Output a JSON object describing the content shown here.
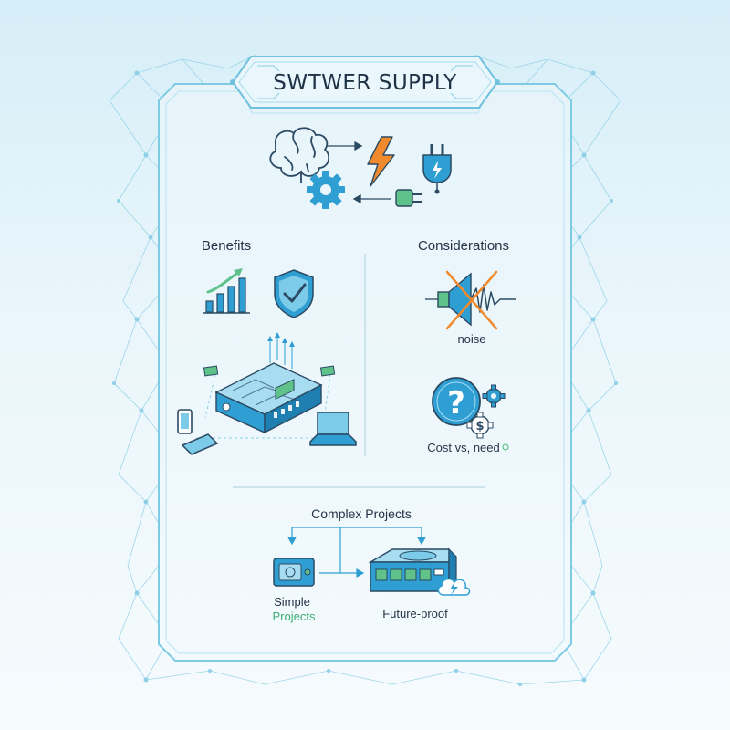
{
  "title": "SWTWER SUPPLY",
  "sections": {
    "benefits": "Benefits",
    "considerations": "Considerations"
  },
  "considerations": {
    "noise_label": "noise",
    "cost_label": "Cost vs, need"
  },
  "projects": {
    "complex": "Complex Projects",
    "simple_line1": "Simple",
    "simple_line2": "Projects",
    "future_proof": "Future-proof"
  },
  "colors": {
    "frame": "#7ecbe5",
    "accent_blue": "#2f9fd3",
    "accent_orange": "#f08a2c",
    "accent_green": "#5ec28a",
    "text": "#243447"
  },
  "icons": [
    "brain-icon",
    "gear-icon",
    "lightning-icon",
    "plug-icon",
    "growth-chart-icon",
    "shield-check-icon",
    "power-supply-unit-icon",
    "phone-icon",
    "tablet-icon",
    "laptop-icon",
    "muted-speaker-icon",
    "question-icon",
    "dollar-gear-icon",
    "cloud-icon"
  ]
}
